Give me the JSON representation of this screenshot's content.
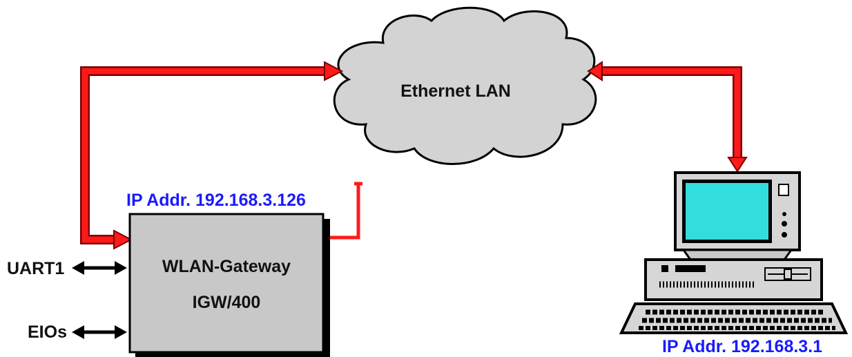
{
  "cloud": {
    "label": "Ethernet LAN"
  },
  "gateway": {
    "ip_label": "IP Addr. 192.168.3.126",
    "name_line1": "WLAN-Gateway",
    "name_line2": "IGW/400"
  },
  "pc": {
    "ip_label": "IP Addr. 192.168.3.1"
  },
  "ports": {
    "uart": "UART1",
    "eio": "EIOs"
  },
  "colors": {
    "link": "#ff1a1a",
    "link_outline": "#7a0000",
    "ip_text": "#1a1aff",
    "box_fill": "#c8c8c8",
    "cloud_fill": "#d3d3d3",
    "screen": "#33dddd"
  }
}
